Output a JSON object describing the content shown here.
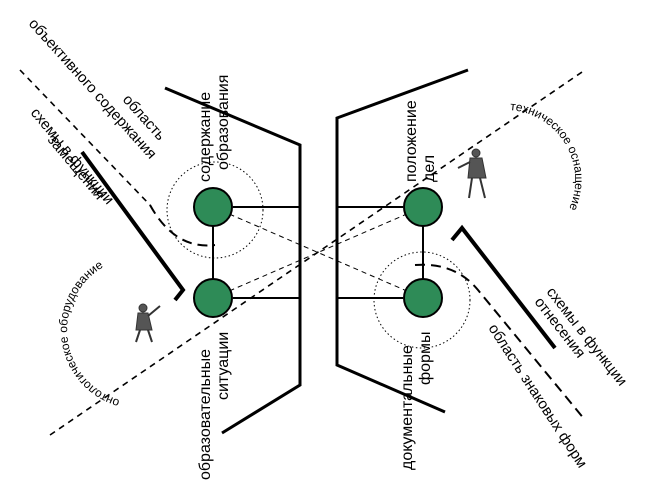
{
  "diagram": {
    "nodes": {
      "content_label": [
        "содержание",
        "образования"
      ],
      "situation_label": [
        "образовательные",
        "ситуации"
      ],
      "state_label": [
        "положение",
        "дел"
      ],
      "document_label": [
        "документальные",
        "формы"
      ]
    },
    "regions": {
      "objective_content": [
        "область",
        "объективного содержания"
      ],
      "sign_forms": "область знаковых форм"
    },
    "schemas": {
      "substitution": [
        "схемы в функции",
        "замещения"
      ],
      "relation": [
        "схемы в функции",
        "отнесения"
      ]
    },
    "equipment": {
      "ontological": "онтологическое оборудование",
      "technical": "техническое оснащение"
    },
    "colors": {
      "node_fill": "#2e8b57",
      "node_stroke": "#000000",
      "line": "#000000"
    }
  }
}
